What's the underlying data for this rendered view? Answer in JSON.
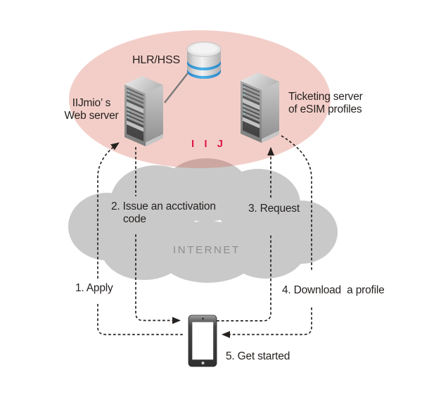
{
  "zones": {
    "iij": {
      "brand": "I I J",
      "nodes": {
        "hlr": {
          "label": "HLR/HSS"
        },
        "web_server": {
          "label_line1": "IIJmio’ s",
          "label_line2": "Web server"
        },
        "ticketing_server": {
          "label_line1": "Ticketing server",
          "label_line2": "of eSIM profiles"
        }
      }
    },
    "internet": {
      "label": "INTERNET"
    }
  },
  "steps": {
    "step1": {
      "label": "1. Apply"
    },
    "step2": {
      "label_line1": "2. Issue an acctivation",
      "label_line2": "code"
    },
    "step3": {
      "label": "3. Request"
    },
    "step4": {
      "label": "4. Download  a profile"
    },
    "step5": {
      "label": "5. Get started"
    }
  },
  "colors": {
    "iij_zone_pink": "#f2ccc6",
    "cloud_gray": "#c9c9c9",
    "brand_red": "#de1848",
    "database_blue": "#3aa0dc",
    "text_dark": "#262220",
    "internet_text_gray": "#8e8e8e",
    "arrow_black": "#262220"
  }
}
